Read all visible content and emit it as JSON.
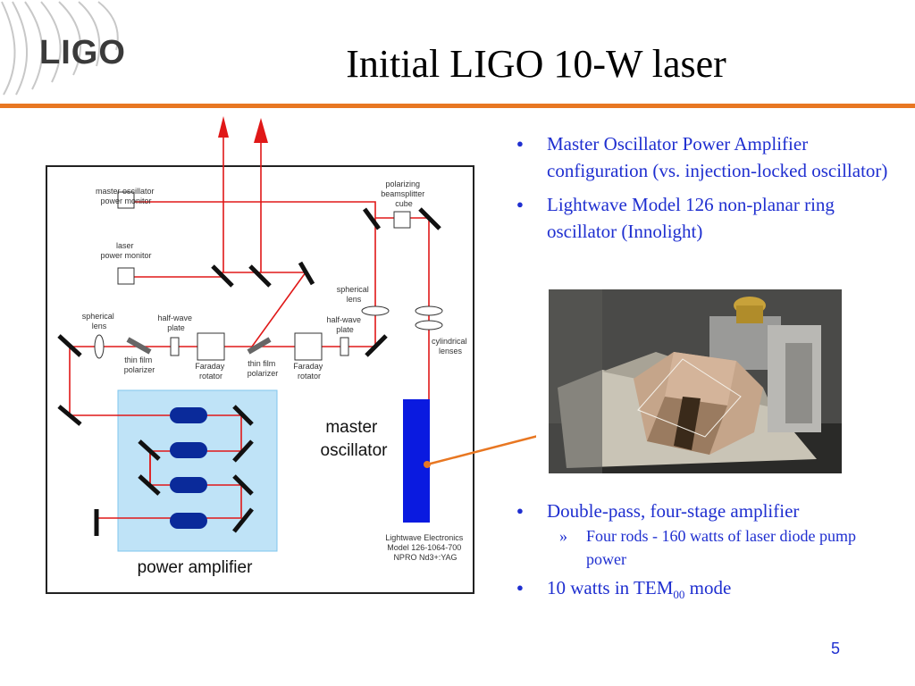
{
  "slide": {
    "logo_text": "LIGO",
    "title": "Initial LIGO 10-W laser",
    "page_number": "5",
    "accent_color": "#e87722",
    "text_color": "#1f2fd0"
  },
  "bullets_top": [
    "Master Oscillator Power Amplifier configuration (vs. injection-locked oscillator)",
    " Lightwave Model 126 non-planar ring oscillator (Innolight)"
  ],
  "bullets_bottom": {
    "item1": "Double-pass, four-stage amplifier",
    "item1_sub": "Four rods - 160 watts of laser diode pump power",
    "item2_prefix": "10 watts in TEM",
    "item2_sub": "00",
    "item2_suffix": " mode"
  },
  "diagram": {
    "master_osc_monitor": [
      "master oscillator",
      "power monitor"
    ],
    "laser_monitor": [
      "laser",
      "power monitor"
    ],
    "pbs_cube": [
      "polarizing",
      "beamsplitter",
      "cube"
    ],
    "spherical_lens_right": [
      "spherical",
      "lens"
    ],
    "spherical_lens_left": [
      "spherical",
      "lens"
    ],
    "half_wave_left": [
      "half-wave",
      "plate"
    ],
    "half_wave_right": [
      "half-wave",
      "plate"
    ],
    "cylindrical_lenses": [
      "cylindrical",
      "lenses"
    ],
    "thin_film_left": [
      "thin film",
      "polarizer"
    ],
    "thin_film_right": [
      "thin film",
      "polarizer"
    ],
    "faraday_left": [
      "Faraday",
      "rotator"
    ],
    "faraday_right": [
      "Faraday",
      "rotator"
    ],
    "master_oscillator": [
      "master",
      "oscillator"
    ],
    "power_amplifier": "power amplifier",
    "lightwave_model": [
      "Lightwave Electronics",
      "Model 126-1064-700",
      "NPRO Nd3+:YAG"
    ]
  }
}
